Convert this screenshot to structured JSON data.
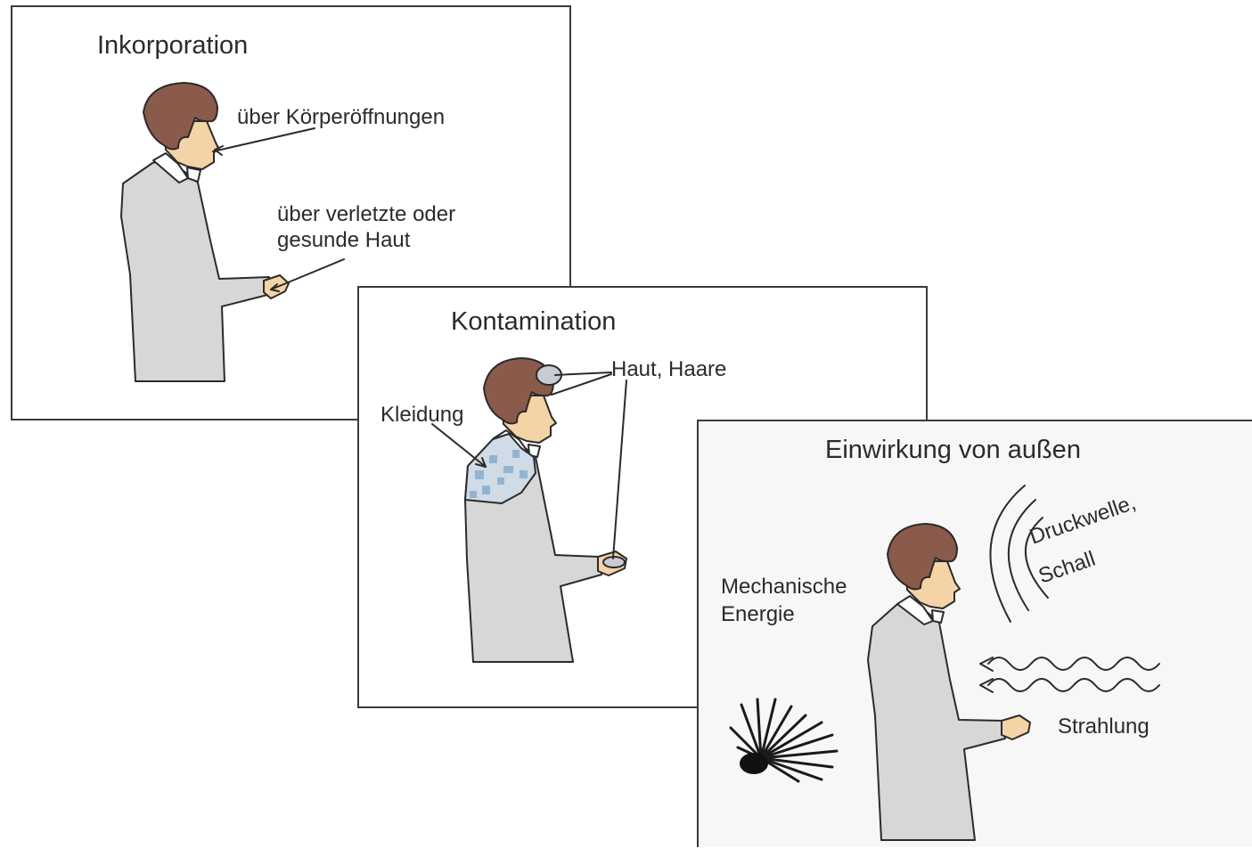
{
  "panels": {
    "inkorporation": {
      "title": "Inkorporation",
      "label_mouth": "über Körperöffnungen",
      "label_skin_line1": "über verletzte oder",
      "label_skin_line2": "gesunde Haut"
    },
    "kontamination": {
      "title": "Kontamination",
      "label_hair": "Haut, Haare",
      "label_clothing": "Kleidung"
    },
    "einwirkung": {
      "title": "Einwirkung von außen",
      "label_pressure_line1": "Druckwelle,",
      "label_pressure_line2": "Schall",
      "label_mechanical_line1": "Mechanische",
      "label_mechanical_line2": "Energie",
      "label_radiation": "Strahlung"
    }
  },
  "colors": {
    "hair": "#8a5a4a",
    "skin": "#f4d3a6",
    "sweater": "#d9d6d6",
    "outline": "#2b2b2b",
    "contamination": "#7fa8c8"
  }
}
